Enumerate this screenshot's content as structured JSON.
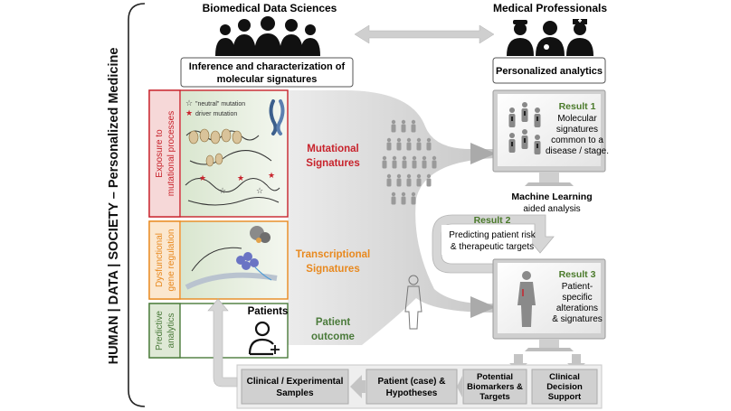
{
  "side_label": "HUMAN | DATA | SOCIETY – Personalized Medicine",
  "biomedical": {
    "title": "Biomedical Data Sciences",
    "box_line1": "Inference and characterization of",
    "box_line2": "molecular signatures"
  },
  "medical": {
    "title": "Medical Professionals",
    "box": "Personalized analytics"
  },
  "legend": {
    "neutral": "\"neutral\" mutation",
    "driver": "driver mutation"
  },
  "panels": [
    {
      "label_line1": "Exposure to",
      "label_line2": "mutational processes",
      "signature_line1": "Mutational",
      "signature_line2": "Signatures",
      "color": "#c8232c"
    },
    {
      "label_line1": "Dysfunctional",
      "label_line2": "gene regulation",
      "signature_line1": "Transcriptional",
      "signature_line2": "Signatures",
      "color": "#e8891f"
    },
    {
      "label_line1": "Predictive",
      "label_line2": "analytics",
      "signature_line1": "Patient",
      "signature_line2": "outcome",
      "color": "#4a7a3a"
    }
  ],
  "patients_label": "Patients",
  "result1": {
    "title": "Result 1",
    "line1": "Molecular",
    "line2": "signatures",
    "line3": "common to a",
    "line4": "disease / stage."
  },
  "ml": {
    "line1": "Machine Learning",
    "line2": "aided analysis"
  },
  "result2": {
    "title": "Result 2",
    "line1": "Predicting patient risk",
    "line2": "& therapeutic targets"
  },
  "result3": {
    "title": "Result 3",
    "line1": "Patient-",
    "line2": "specific",
    "line3": "alterations",
    "line4": "& signatures"
  },
  "bottom_flow": {
    "clinical_line1": "Clinical / Experimental",
    "clinical_line2": "Samples",
    "hypo_line1": "Patient (case) &",
    "hypo_line2": "Hypotheses",
    "bio_line1": "Potential",
    "bio_line2": "Biomarkers &",
    "bio_line3": "Targets",
    "cds_line1": "Clinical",
    "cds_line2": "Decision",
    "cds_line3": "Support"
  },
  "colors": {
    "result_green": "#4a7a2a",
    "gray_box": "#d0d0d0",
    "arrow_gray": "#c4c4c4"
  }
}
